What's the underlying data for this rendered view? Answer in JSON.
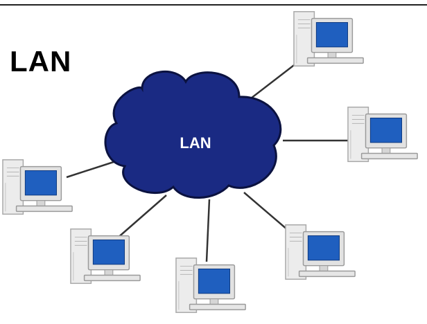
{
  "diagram": {
    "heading": "LAN",
    "hub_label": "LAN",
    "colors": {
      "cloud_fill": "#1a2a83",
      "cloud_outline": "#0b1240",
      "cloud_label": "#ffffff",
      "link": "#333333",
      "tower": "#ececec",
      "monitor_frame": "#e2e2e2",
      "screen": "#1f5fbf"
    },
    "nodes": [
      {
        "name": "computer-top-right"
      },
      {
        "name": "computer-right"
      },
      {
        "name": "computer-left"
      },
      {
        "name": "computer-bottom-left"
      },
      {
        "name": "computer-bottom-center"
      },
      {
        "name": "computer-bottom-right"
      }
    ]
  }
}
